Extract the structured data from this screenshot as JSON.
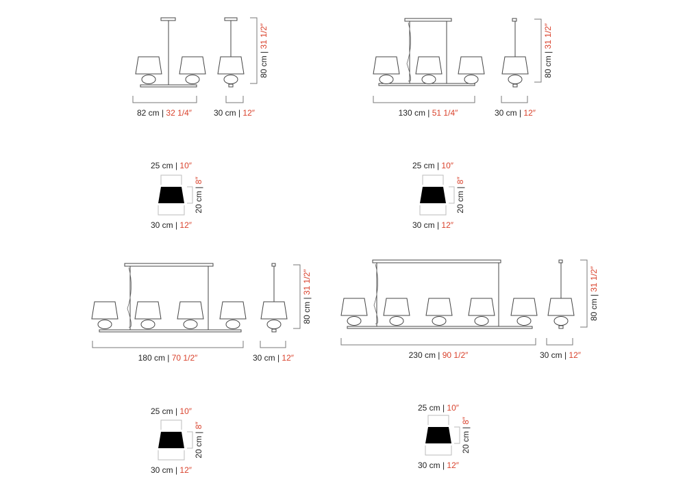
{
  "colors": {
    "text": "#222222",
    "accent": "#d9412b",
    "shade": "#000000",
    "line": "#555555"
  },
  "lamps": [
    {
      "name": "lamp-2-arms",
      "shades": 2,
      "width_cm": "82 cm",
      "width_in": "32 1/4″",
      "depth_cm": "30 cm",
      "depth_in": "12″",
      "height_cm": "80 cm",
      "height_in": "31 1/2″"
    },
    {
      "name": "lamp-3-arms",
      "shades": 3,
      "width_cm": "130 cm",
      "width_in": "51 1/4″",
      "depth_cm": "30 cm",
      "depth_in": "12″",
      "height_cm": "80 cm",
      "height_in": "31 1/2″"
    },
    {
      "name": "lamp-4-arms",
      "shades": 4,
      "width_cm": "180 cm",
      "width_in": "70 1/2″",
      "depth_cm": "30 cm",
      "depth_in": "12″",
      "height_cm": "80 cm",
      "height_in": "31 1/2″"
    },
    {
      "name": "lamp-5-arms",
      "shades": 5,
      "width_cm": "230 cm",
      "width_in": "90 1/2″",
      "depth_cm": "30 cm",
      "depth_in": "12″",
      "height_cm": "80 cm",
      "height_in": "31 1/2″"
    }
  ],
  "shade_details": [
    {
      "top_cm": "25 cm",
      "top_in": "10″",
      "bottom_cm": "30 cm",
      "bottom_in": "12″",
      "height_cm": "20 cm",
      "height_in": "8″"
    },
    {
      "top_cm": "25 cm",
      "top_in": "10″",
      "bottom_cm": "30 cm",
      "bottom_in": "12″",
      "height_cm": "20 cm",
      "height_in": "8″"
    },
    {
      "top_cm": "25 cm",
      "top_in": "10″",
      "bottom_cm": "30 cm",
      "bottom_in": "12″",
      "height_cm": "20 cm",
      "height_in": "8″"
    },
    {
      "top_cm": "25 cm",
      "top_in": "10″",
      "bottom_cm": "30 cm",
      "bottom_in": "12″",
      "height_cm": "20 cm",
      "height_in": "8″"
    }
  ]
}
